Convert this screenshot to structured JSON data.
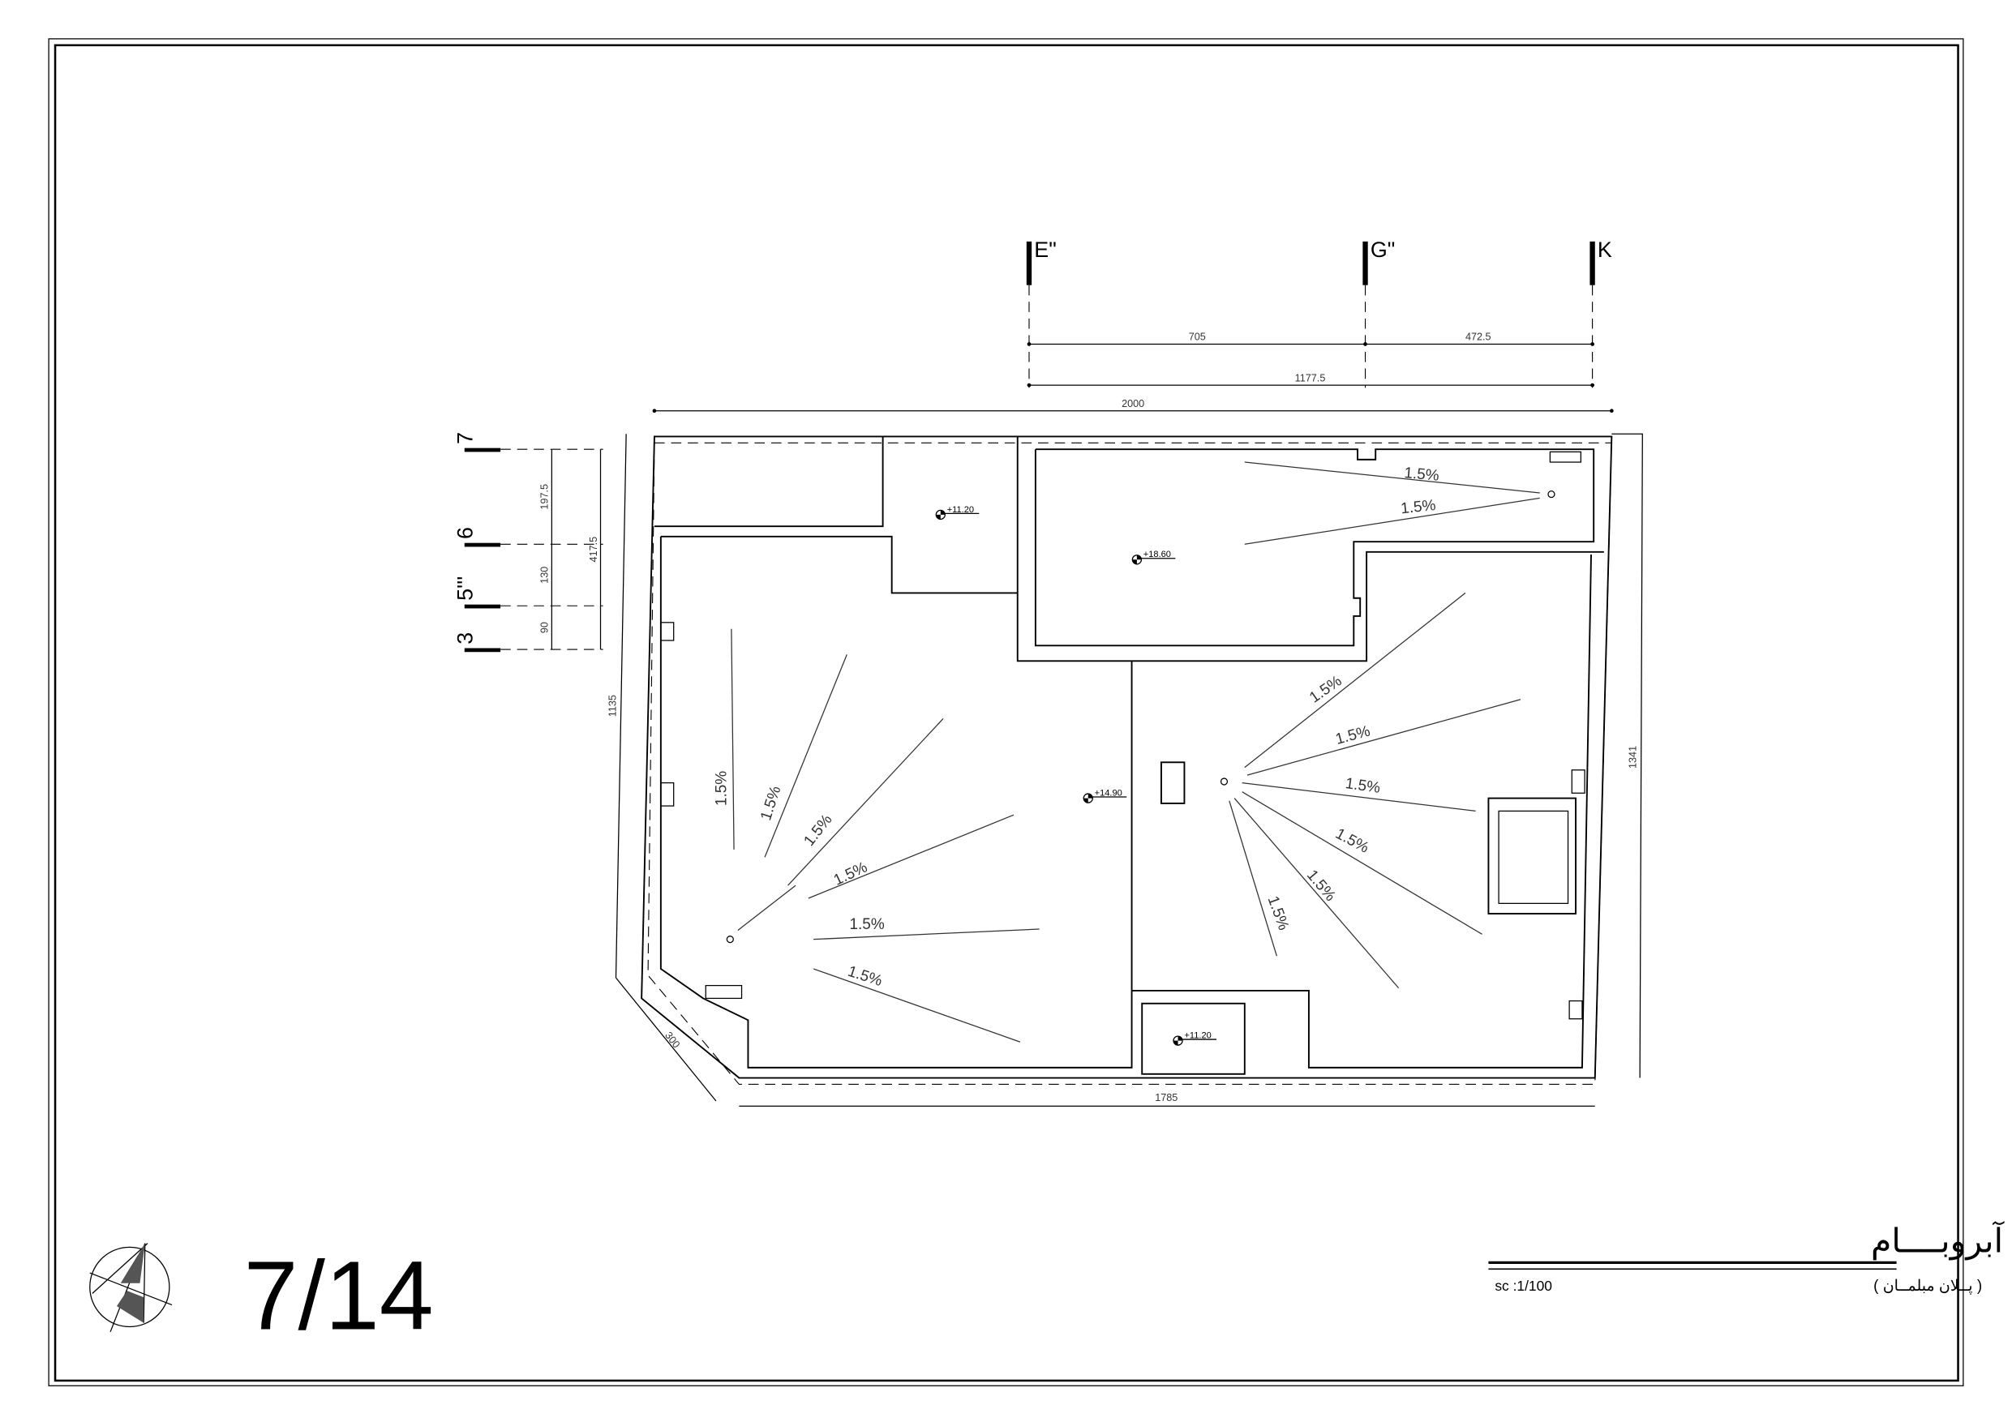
{
  "sheet": {
    "number": "7/14",
    "title": "پــــلان  آبروبــــام",
    "subtitle": "(  پــلان مبلمــان  )",
    "scale": "sc :1/100"
  },
  "grid_axes": {
    "vertical": [
      "E\"",
      "G\"",
      "K"
    ],
    "horizontal": [
      "7",
      "6",
      "5'''",
      "3"
    ]
  },
  "dimensions": {
    "e_to_g": "705",
    "g_to_k": "472.5",
    "e_to_k": "1177.5",
    "overall_top": "2000",
    "axis_7_6": "197.5",
    "axis_6_5": "130",
    "axis_5_3": "90",
    "axis_7_3": "417.5",
    "left_side": "1135",
    "right_side": "1341",
    "bottom": "1785",
    "chamfer": "300"
  },
  "levels": [
    "+11.20",
    "+18.60",
    "+14.90",
    "+11.20"
  ],
  "slope_label": "1.5%"
}
